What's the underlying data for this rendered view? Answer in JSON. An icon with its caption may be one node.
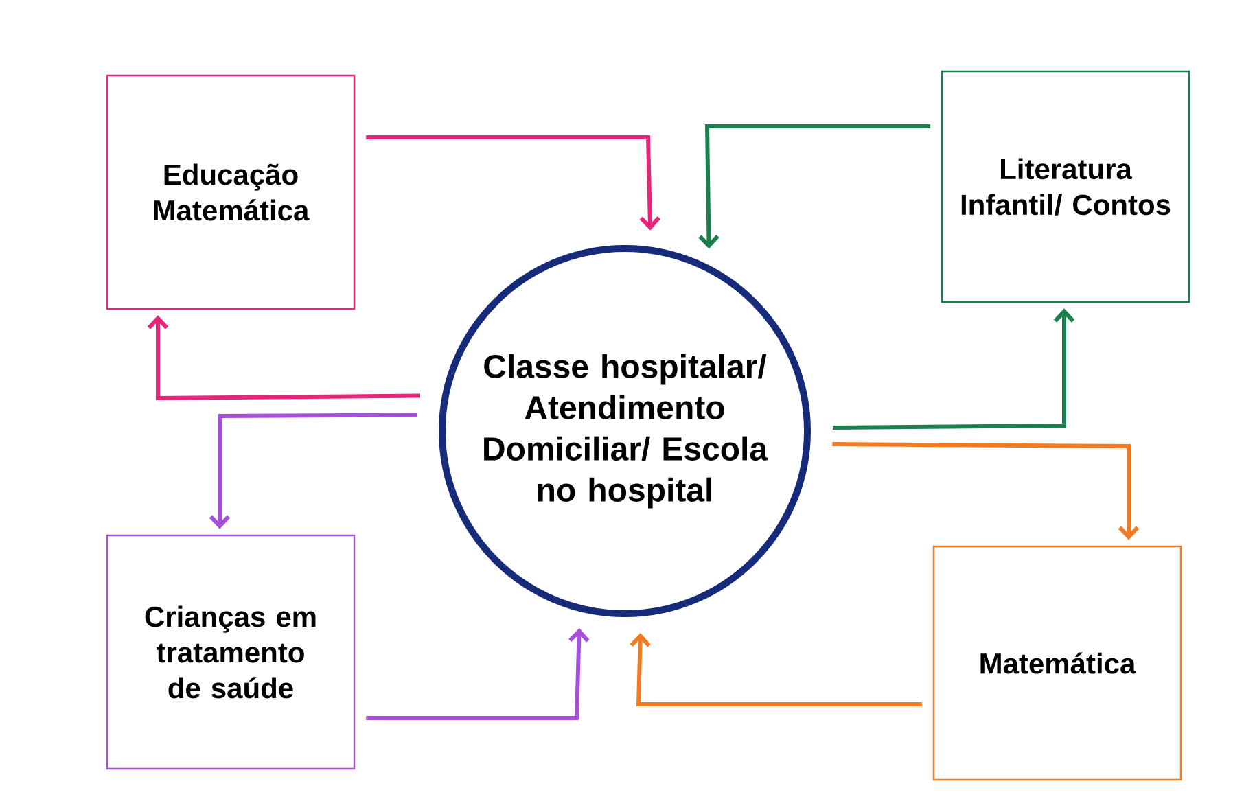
{
  "diagram": {
    "nodes": [
      {
        "text": [
          "Educação Matemática"
        ]
      },
      {
        "text": [
          "Literatura Infantil/ Contos"
        ]
      },
      {
        "text": [
          "Classe hospitalar/ Atendimento Domiciliar/ Escola no hospital"
        ]
      },
      {
        "text": [
          "Crianças em tratamento de saúde"
        ]
      },
      {
        "text": [
          "Matemática"
        ]
      }
    ],
    "edges": [
      {
        "from": 0,
        "to": 2,
        "arrow": "to",
        "color": "#e4267a"
      },
      {
        "from": 2,
        "to": 0,
        "arrow": "to",
        "color": "#e4267a"
      },
      {
        "from": 1,
        "to": 2,
        "arrow": "to",
        "color": "#1b7f4e"
      },
      {
        "from": 2,
        "to": 1,
        "arrow": "to",
        "color": "#1b7f4e"
      },
      {
        "from": 2,
        "to": 4,
        "arrow": "to",
        "color": "#f07b22"
      },
      {
        "from": 4,
        "to": 2,
        "arrow": "to",
        "color": "#f07b22"
      },
      {
        "from": 2,
        "to": 3,
        "arrow": "to",
        "color": "#a64fd8"
      },
      {
        "from": 3,
        "to": 2,
        "arrow": "to",
        "color": "#a64fd8"
      }
    ]
  }
}
